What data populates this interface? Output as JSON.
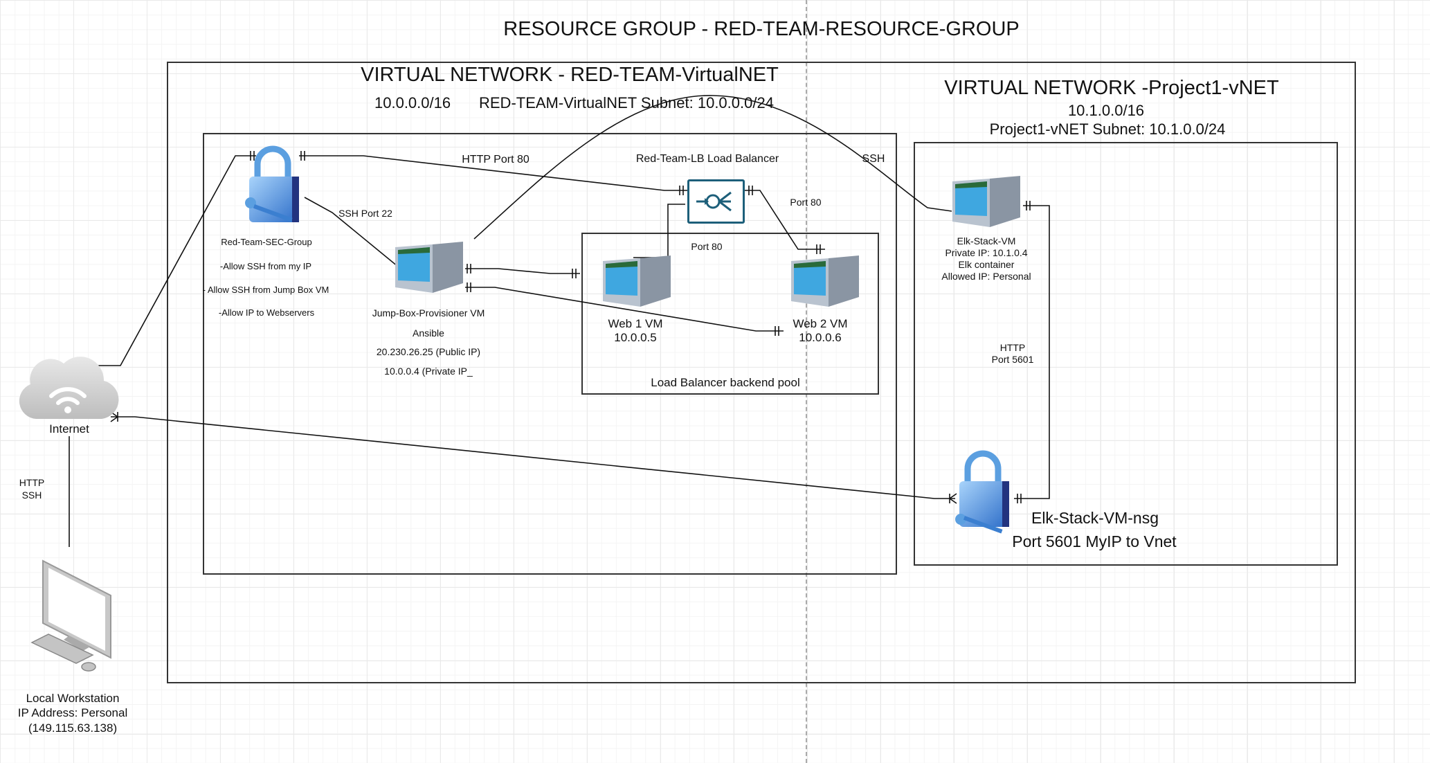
{
  "title": "RESOURCE GROUP - RED-TEAM-RESOURCE-GROUP",
  "vnet_red": {
    "title": "VIRTUAL NETWORK - RED-TEAM-VirtualNET",
    "address": "10.0.0.0/16",
    "subnet": "RED-TEAM-VirtualNET Subnet: 10.0.0.0/24"
  },
  "vnet_project": {
    "title": "VIRTUAL NETWORK -Project1-vNET",
    "address": "10.1.0.0/16",
    "subnet": "Project1-vNET Subnet: 10.1.0.0/24"
  },
  "sec_group": {
    "name": "Red-Team-SEC-Group",
    "rules": [
      "-Allow SSH from my IP",
      "- Allow SSH from Jump Box VM",
      "-Allow IP to Webservers"
    ]
  },
  "jump_box": {
    "name": "Jump-Box-Provisioner VM",
    "software": "Ansible",
    "public_ip": "20.230.26.25 (Public IP)",
    "private_ip": "10.0.0.4 (Private IP_"
  },
  "load_balancer": {
    "name": "Red-Team-LB Load Balancer"
  },
  "backend_pool": {
    "label": "Load Balancer backend pool"
  },
  "web1": {
    "name": "Web 1 VM",
    "ip": "10.0.0.5"
  },
  "web2": {
    "name": "Web 2 VM",
    "ip": "10.0.0.6"
  },
  "elk_vm": {
    "name": "Elk-Stack-VM",
    "private_ip": "Private IP: 10.1.0.4",
    "container": "Elk container",
    "allowed": "Allowed IP: Personal"
  },
  "elk_nsg": {
    "name": "Elk-Stack-VM-nsg",
    "rule": "Port 5601 MyIP to Vnet"
  },
  "internet": {
    "label": "Internet"
  },
  "workstation": {
    "name": "Local Workstation",
    "ip_label": "IP Address: Personal",
    "ip": "(149.115.63.138)"
  },
  "connections": {
    "http_port_80": "HTTP Port 80",
    "ssh": "SSH",
    "ssh_port_22": "SSH Port 22",
    "port_80_a": "Port 80",
    "port_80_b": "Port 80",
    "http_5601": "HTTP\nPort 5601",
    "http_ssh": "HTTP\nSSH"
  },
  "colors": {
    "lb_border": "#1d5f7a",
    "lock_blue": "#5b9fe0",
    "vm_screen": "#3fa7e0",
    "line": "#111111"
  }
}
